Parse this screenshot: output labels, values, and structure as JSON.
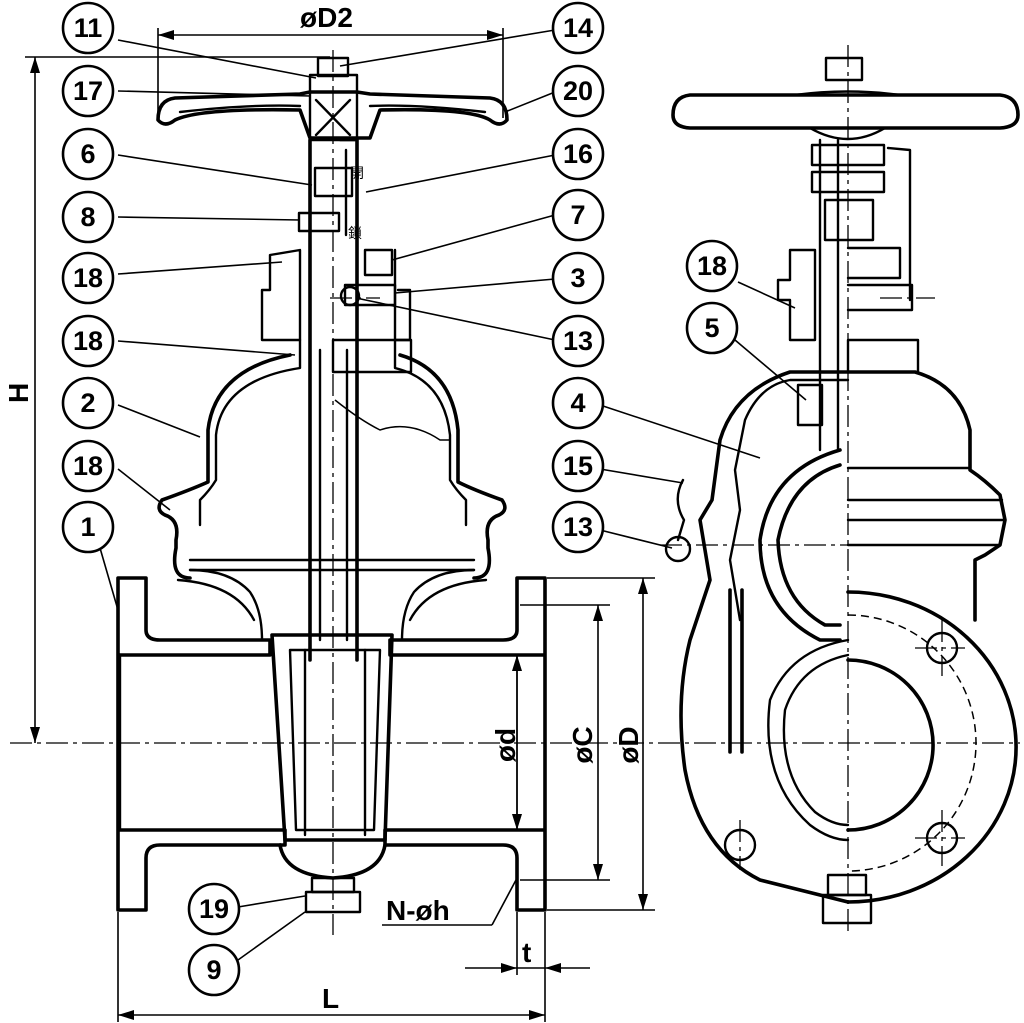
{
  "callouts": [
    {
      "num": "11"
    },
    {
      "num": "17"
    },
    {
      "num": "6"
    },
    {
      "num": "8"
    },
    {
      "num": "18"
    },
    {
      "num": "18"
    },
    {
      "num": "2"
    },
    {
      "num": "18"
    },
    {
      "num": "1"
    },
    {
      "num": "19"
    },
    {
      "num": "9"
    },
    {
      "num": "14"
    },
    {
      "num": "20"
    },
    {
      "num": "16"
    },
    {
      "num": "7"
    },
    {
      "num": "3"
    },
    {
      "num": "13"
    },
    {
      "num": "4"
    },
    {
      "num": "15"
    },
    {
      "num": "13"
    },
    {
      "num": "18"
    },
    {
      "num": "5"
    }
  ],
  "dimensions": {
    "D2": "øD2",
    "H": "H",
    "d": "ød",
    "C": "øC",
    "D": "øD",
    "holes": "N-øh",
    "t": "t",
    "L": "L"
  },
  "annotations": {
    "open_char": "開",
    "lock_char": "鎖"
  }
}
